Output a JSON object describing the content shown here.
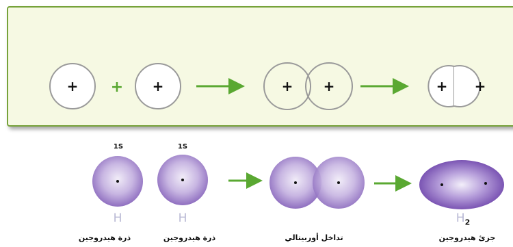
{
  "top_row": {
    "plus_operator": "+",
    "charge_symbol": "+"
  },
  "bottom_row": {
    "orbital_label": "1S",
    "element_symbol": "H",
    "molecule_symbol": "H",
    "molecule_subscript": "2",
    "label_atom_1": "ذرة هيدروجين",
    "label_atom_2": "ذرة هيدروجين",
    "label_overlap": "تداخل أوربيتالي",
    "label_molecule": "جزئ هيدروجين"
  },
  "colors": {
    "panel_bg": "#f6f9e3",
    "panel_border": "#76a23a",
    "arrow": "#5aa832",
    "orbital_purple": "#9b7fc8",
    "circle_outline": "#9a9a9a"
  }
}
